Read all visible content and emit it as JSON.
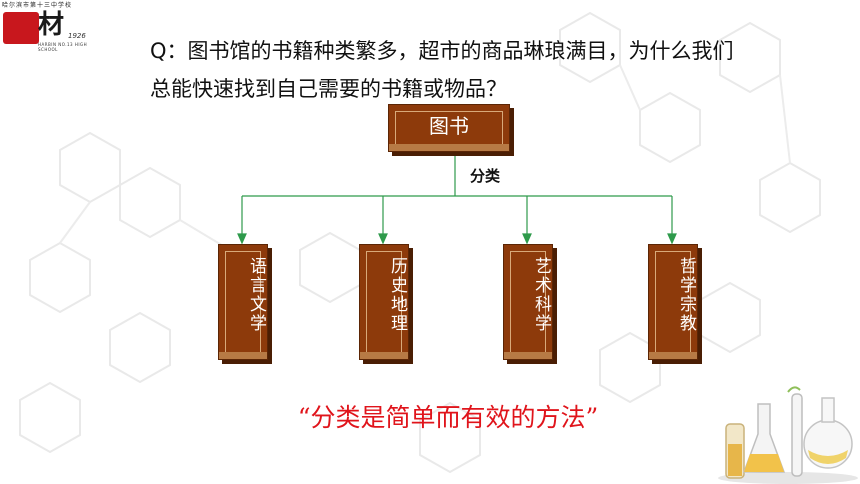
{
  "logo": {
    "school_name": "哈尔滨市第十三中学校",
    "motto_char": "材",
    "year": "1926",
    "subtitle": "HARBIN NO.13 HIGH SCHOOL"
  },
  "question": {
    "line1": "Q：图书馆的书籍种类繁多，超市的商品琳琅满目，为什么我们",
    "line2": "总能快速找到自己需要的书籍或物品？"
  },
  "tree": {
    "root": "图书",
    "edge_label": "分类",
    "categories": [
      "语言文学",
      "历史地理",
      "艺术科学",
      "哲学宗教"
    ]
  },
  "quote": "“分类是简单而有效的方法”",
  "colors": {
    "book_brown": "#8d3a0b",
    "connector_green": "#2e9a4b",
    "quote_red": "#e0141b"
  }
}
